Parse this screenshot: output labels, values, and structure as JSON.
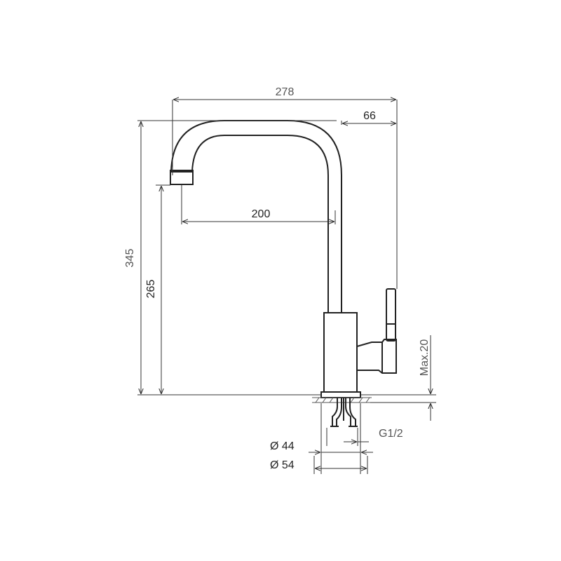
{
  "dimensions": {
    "overall_width": "278",
    "handle_offset": "66",
    "spout_reach": "200",
    "overall_height": "345",
    "spout_height": "265",
    "max_deck_thickness": "Max.20",
    "thread": "G1/2",
    "base_diameter_inner": "Ø 44",
    "base_diameter_outer": "Ø 54"
  },
  "colors": {
    "line": "#222222",
    "dim_line": "#333333"
  }
}
